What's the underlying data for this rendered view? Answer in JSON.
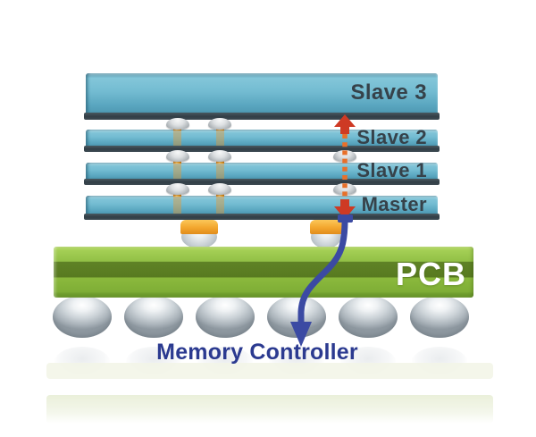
{
  "diagram": {
    "layers": [
      {
        "id": "slave3",
        "label": "Slave 3"
      },
      {
        "id": "slave2",
        "label": "Slave 2"
      },
      {
        "id": "slave1",
        "label": "Slave 1"
      },
      {
        "id": "master",
        "label": "Master"
      }
    ],
    "pcb_label": "PCB",
    "controller_label": "Memory Controller",
    "counts": {
      "stacked_dies": 4,
      "tsv_columns": 2,
      "solder_balls": 6
    },
    "colors": {
      "die_fill": "#6fb8cf",
      "die_edge": "#39464e",
      "die_label": "#36424a",
      "via_orange": "#f2a12e",
      "tsv_arrow_red": "#ce3a24",
      "tsv_dot_orange": "#e8702a",
      "pcb_green": "#8fbe42",
      "pcb_stripe": "#5d7f26",
      "pcb_label_color": "#ffffff",
      "solder_gray": "#c3cbd1",
      "controller_blue": "#3b4aa3",
      "controller_text": "#2b3a90"
    }
  }
}
